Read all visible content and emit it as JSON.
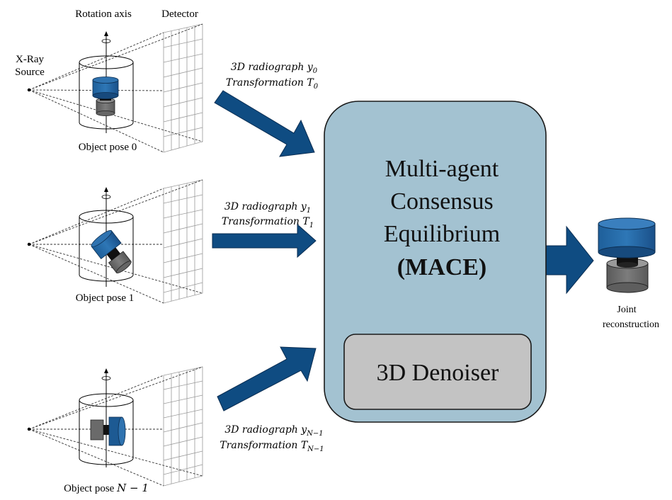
{
  "labels": {
    "rotation_axis": "Rotation axis",
    "detector": "Detector",
    "xray_line1": "X-Ray",
    "xray_line2": "Source",
    "joint_line1": "Joint",
    "joint_line2": "reconstruction"
  },
  "poses": [
    {
      "caption_prefix": "Object pose ",
      "caption_index": "0",
      "radiograph_prefix": "3D radiograph ",
      "radiograph_var": "y",
      "radiograph_sub": "0",
      "transform_prefix": "Transformation ",
      "transform_var": "T",
      "transform_sub": "0"
    },
    {
      "caption_prefix": "Object pose ",
      "caption_index": "1",
      "radiograph_prefix": "3D radiograph ",
      "radiograph_var": "y",
      "radiograph_sub": "1",
      "transform_prefix": "Transformation ",
      "transform_var": "T",
      "transform_sub": "1"
    },
    {
      "caption_prefix": "Object pose ",
      "caption_index": "N − 1",
      "radiograph_prefix": "3D radiograph ",
      "radiograph_var": "y",
      "radiograph_sub": "N−1",
      "transform_prefix": "Transformation ",
      "transform_var": "T",
      "transform_sub": "N−1"
    }
  ],
  "mace": {
    "line1": "Multi-agent",
    "line2": "Consensus",
    "line3": "Equilibrium",
    "line4": "(MACE)",
    "denoiser": "3D Denoiser"
  },
  "colors": {
    "mace_fill": "#a3c2d1",
    "denoiser_fill": "#c3c3c3",
    "arrow_fill": "#0f4c82",
    "object_blue": "#1d5a93",
    "object_gray": "#6f6f6f"
  }
}
